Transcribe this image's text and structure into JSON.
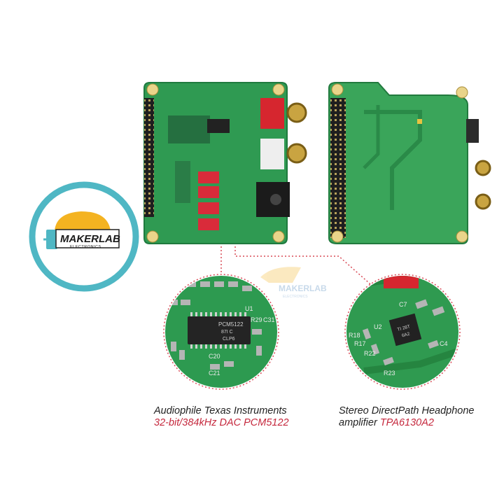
{
  "logo": {
    "brand": "MAKERLAB",
    "sub": "ELECTRONICS"
  },
  "watermark": {
    "brand": "MAKERLAB",
    "sub": "ELECTRONICS"
  },
  "dac_chip": {
    "line1": "PCM5122",
    "line2": "87I C",
    "line3": "CLP6",
    "labels": [
      "U1",
      "R29",
      "C31",
      "C20",
      "C21"
    ]
  },
  "amp_chip": {
    "line1": "TI 28T",
    "line2": "6A2",
    "labels": [
      "C7",
      "U2",
      "R17",
      "R22",
      "R23",
      "C4",
      "R18"
    ]
  },
  "captions": {
    "left_line1": "Audiophile Texas Instruments",
    "left_line2": "32-bit/384kHz DAC PCM5122",
    "right_line1": "Stereo DirectPath Headphone",
    "right_line2_prefix": "amplifier ",
    "right_line2_highlight": "TPA6130A2"
  },
  "colors": {
    "pcb_green": "#2f9a52",
    "accent_red": "#c5283d",
    "logo_ring": "#4fb7c4",
    "bulb_yellow": "#f4b321"
  }
}
